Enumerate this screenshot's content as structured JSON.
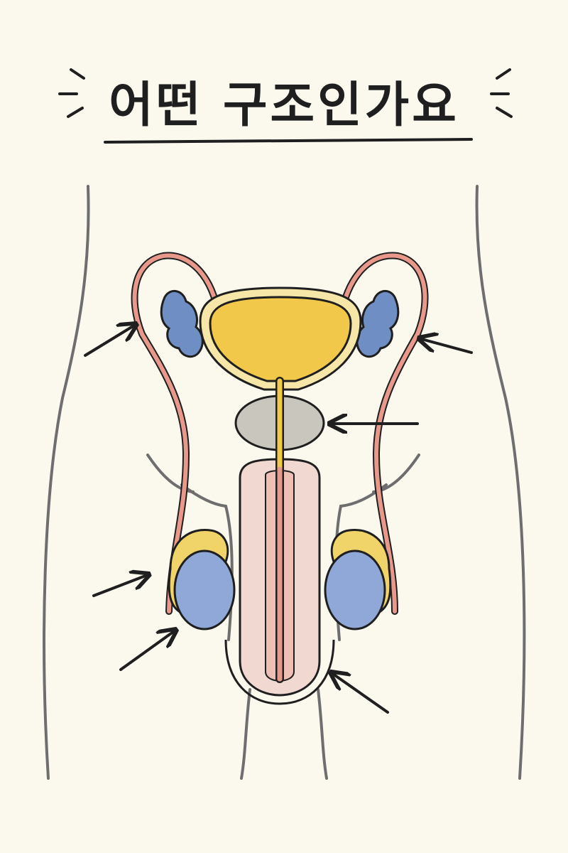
{
  "title": "어떤 구조인가요",
  "colors": {
    "background": "#fbf8ee",
    "ink": "#1f1f1f",
    "body_outline": "#6e6e6e",
    "bladder": "#f2c84b",
    "bladder_rim": "#f6e6a8",
    "seminal_vesicle": "#6f8fc4",
    "prostate": "#c8c6bd",
    "shaft": "#f1d8d0",
    "duct": "#e8998c",
    "testis": "#8fa8d8",
    "epididymis": "#f0d46a"
  },
  "icons": [
    "sparkle-mark-left",
    "sparkle-mark-right",
    "arrow"
  ]
}
